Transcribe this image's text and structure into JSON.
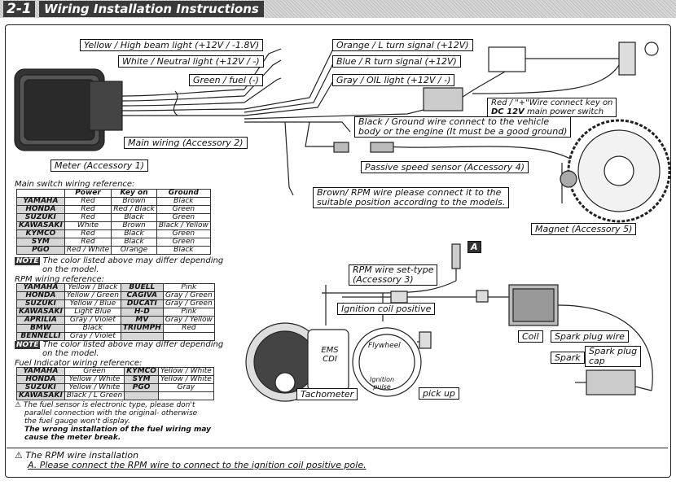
{
  "header": {
    "number": "2-1",
    "title": "Wiring Installation Instructions"
  },
  "labels": {
    "yellow": "Yellow / High beam light (+12V / -1.8V)",
    "white": "White / Neutral light (+12V / -)",
    "green": "Green / fuel (-)",
    "orange": "Orange / L turn signal (+12V)",
    "blue": "Blue / R turn signal (+12V)",
    "gray": "Gray / OIL light (+12V / -)",
    "red_line1": "Red / \"+\"Wire connect key on",
    "red_line2_bold": "DC 12V",
    "red_line2_rest": " main power switch",
    "black_line1": "Black / Ground wire connect to the vehicle",
    "black_line2": "body or the engine (It must be a good ground)",
    "main_wiring": "Main wiring (Accessory 2)",
    "passive_speed": "Passive speed sensor (Accessory 4)",
    "brown_line1": "Brown/ RPM wire please connect it to the",
    "brown_line2": "suitable position according to the models.",
    "magnet": "Magnet (Accessory 5)",
    "meter": "Meter (Accessory 1)",
    "rpm_set_line1": "RPM wire set-type",
    "rpm_set_line2": "(Accessory 3)",
    "ignition_coil_positive": "Ignition coil positive",
    "coil": "Coil",
    "spark_plug_wire": "Spark plug wire",
    "spark": "Spark",
    "spark_plug_cap_line1": "Spark plug",
    "spark_plug_cap_line2": "cap",
    "tachometer": "Tachometer",
    "pickup": "pick up",
    "ems_cdi_line1": "EMS",
    "ems_cdi_line2": "CDI",
    "flywheel": "Flywheel",
    "ignition_pulse_line1": "Ignition",
    "ignition_pulse_line2": "pulse",
    "marker_a": "A"
  },
  "main_switch": {
    "caption": "Main switch wiring reference:",
    "headers": [
      "",
      "Power",
      "Key on",
      "Ground"
    ],
    "rows": [
      [
        "YAMAHA",
        "Red",
        "Brown",
        "Black"
      ],
      [
        "HONDA",
        "Red",
        "Red / Black",
        "Green"
      ],
      [
        "SUZUKI",
        "Red",
        "Black",
        "Green"
      ],
      [
        "KAWASAKI",
        "White",
        "Brown",
        "Black / Yellow"
      ],
      [
        "KYMCO",
        "Red",
        "Black",
        "Green"
      ],
      [
        "SYM",
        "Red",
        "Black",
        "Green"
      ],
      [
        "PGO",
        "Red / White",
        "Orange",
        "Black"
      ]
    ]
  },
  "note_label": "NOTE",
  "note_text_line1": "The color listed above may differ depending",
  "note_text_line2": "on the model.",
  "rpm_ref": {
    "caption": "RPM wiring reference:",
    "rows": [
      [
        "YAMAHA",
        "Yellow / Black",
        "BUELL",
        "Pink"
      ],
      [
        "HONDA",
        "Yellow / Green",
        "CAGIVA",
        "Gray / Green"
      ],
      [
        "SUZUKI",
        "Yellow / Blue",
        "DUCATI",
        "Gray / Green"
      ],
      [
        "KAWASAKI",
        "Light Blue",
        "H-D",
        "Pink"
      ],
      [
        "APRILIA",
        "Gray / Violet",
        "MV",
        "Gray / Yellow"
      ],
      [
        "BMW",
        "Black",
        "TRIUMPH",
        "Red"
      ],
      [
        "BENNELLI",
        "Gray / Violet",
        "",
        ""
      ]
    ]
  },
  "fuel_ref": {
    "caption": "Fuel Indicator wiring reference:",
    "rows": [
      [
        "YAMAHA",
        "Green",
        "KYMCO",
        "Yellow / White"
      ],
      [
        "HONDA",
        "Yellow / White",
        "SYM",
        "Yellow / White"
      ],
      [
        "SUZUKI",
        "Yellow / White",
        "PGO",
        "Gray"
      ],
      [
        "KAWASAKI",
        "Black / L Green",
        "",
        ""
      ]
    ]
  },
  "fuel_warning": {
    "line1": "The fuel sensor is electronic type, please don't",
    "line2": "parallel connection with the original- otherwise",
    "line3": "the fuel gauge won't display.",
    "line4": "The wrong installation of the fuel wiring may",
    "line5": "cause the meter break."
  },
  "bottom_note": {
    "title": "The RPM wire installation",
    "item": "A. Please connect the RPM wire  to connect to the ignition coil positive pole."
  }
}
